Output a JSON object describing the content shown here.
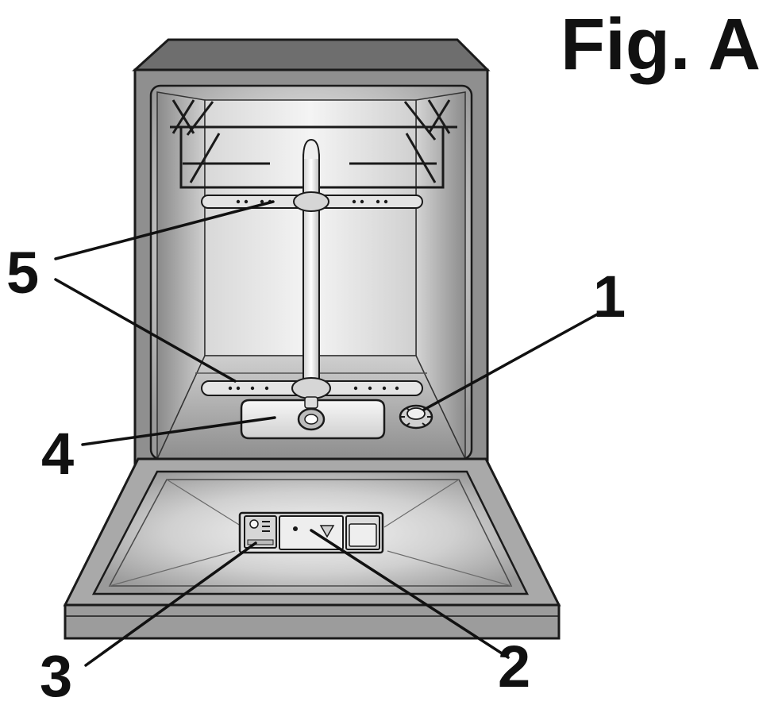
{
  "figure": {
    "title": "Fig. A"
  },
  "callouts": [
    {
      "number": "1",
      "part": "salt container cap"
    },
    {
      "number": "2",
      "part": "detergent dispenser"
    },
    {
      "number": "3",
      "part": "rinse aid dispenser"
    },
    {
      "number": "4",
      "part": "filter"
    },
    {
      "number": "5",
      "part": "spray arms"
    }
  ],
  "colors": {
    "outline": "#1a1a1a",
    "cabinet": "#8f8f8f",
    "cabinet_top": "#6e6e6e",
    "interior_light": "#eeeeee",
    "interior_dark": "#a6a6a6"
  }
}
